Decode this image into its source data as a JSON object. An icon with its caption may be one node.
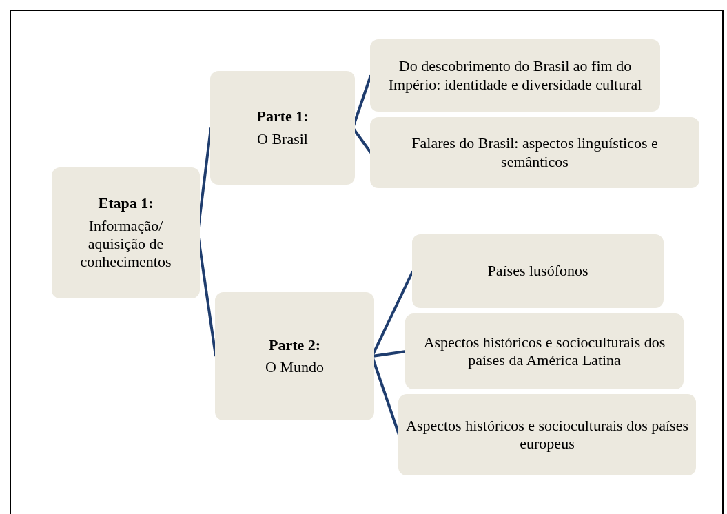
{
  "diagram": {
    "nodes": [
      {
        "text": [
          "Etapa 1:",
          "Informação/ aquisição de conhecimentos"
        ]
      },
      {
        "text": [
          "Parte 1:",
          "O Brasil"
        ]
      },
      {
        "text": [
          "Parte 2:",
          "O Mundo"
        ]
      },
      {
        "text": [
          "Do descobrimento do Brasil ao fim do Império: identidade e diversidade cultural"
        ]
      },
      {
        "text": [
          "Falares do Brasil: aspectos linguísticos e semânticos"
        ]
      },
      {
        "text": [
          "Países lusófonos"
        ]
      },
      {
        "text": [
          "Aspectos históricos e socioculturais dos países da América Latina"
        ]
      },
      {
        "text": [
          "Aspectos históricos e socioculturais dos países europeus"
        ]
      }
    ],
    "edges": [
      {
        "from": 0,
        "to": 1,
        "arrow": "none"
      },
      {
        "from": 0,
        "to": 2,
        "arrow": "none"
      },
      {
        "from": 1,
        "to": 3,
        "arrow": "none"
      },
      {
        "from": 1,
        "to": 4,
        "arrow": "none"
      },
      {
        "from": 2,
        "to": 5,
        "arrow": "none"
      },
      {
        "from": 2,
        "to": 6,
        "arrow": "none"
      },
      {
        "from": 2,
        "to": 7,
        "arrow": "none"
      }
    ]
  }
}
